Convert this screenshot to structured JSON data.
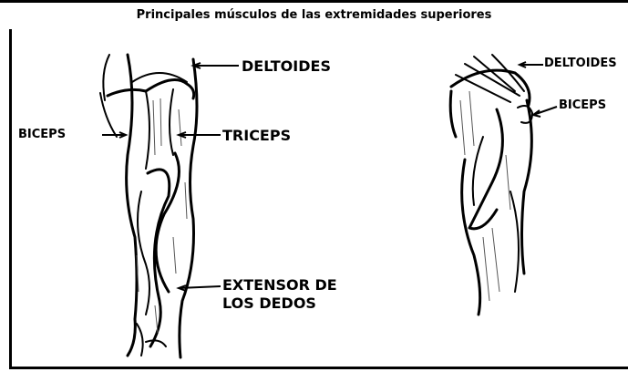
{
  "title": "Principales músculos de las extremidades superiores",
  "labels": {
    "deltoides_front": "DELTOIDES",
    "biceps_front": "BICEPS",
    "triceps": "TRICEPS",
    "extensor_line1": "EXTENSOR DE",
    "extensor_line2": "LOS DEDOS",
    "deltoides_side": "DELTOIDES",
    "biceps_side": "BICEPS"
  },
  "colors": {
    "ink": "#000000",
    "shade": "#555555",
    "background": "#ffffff"
  }
}
